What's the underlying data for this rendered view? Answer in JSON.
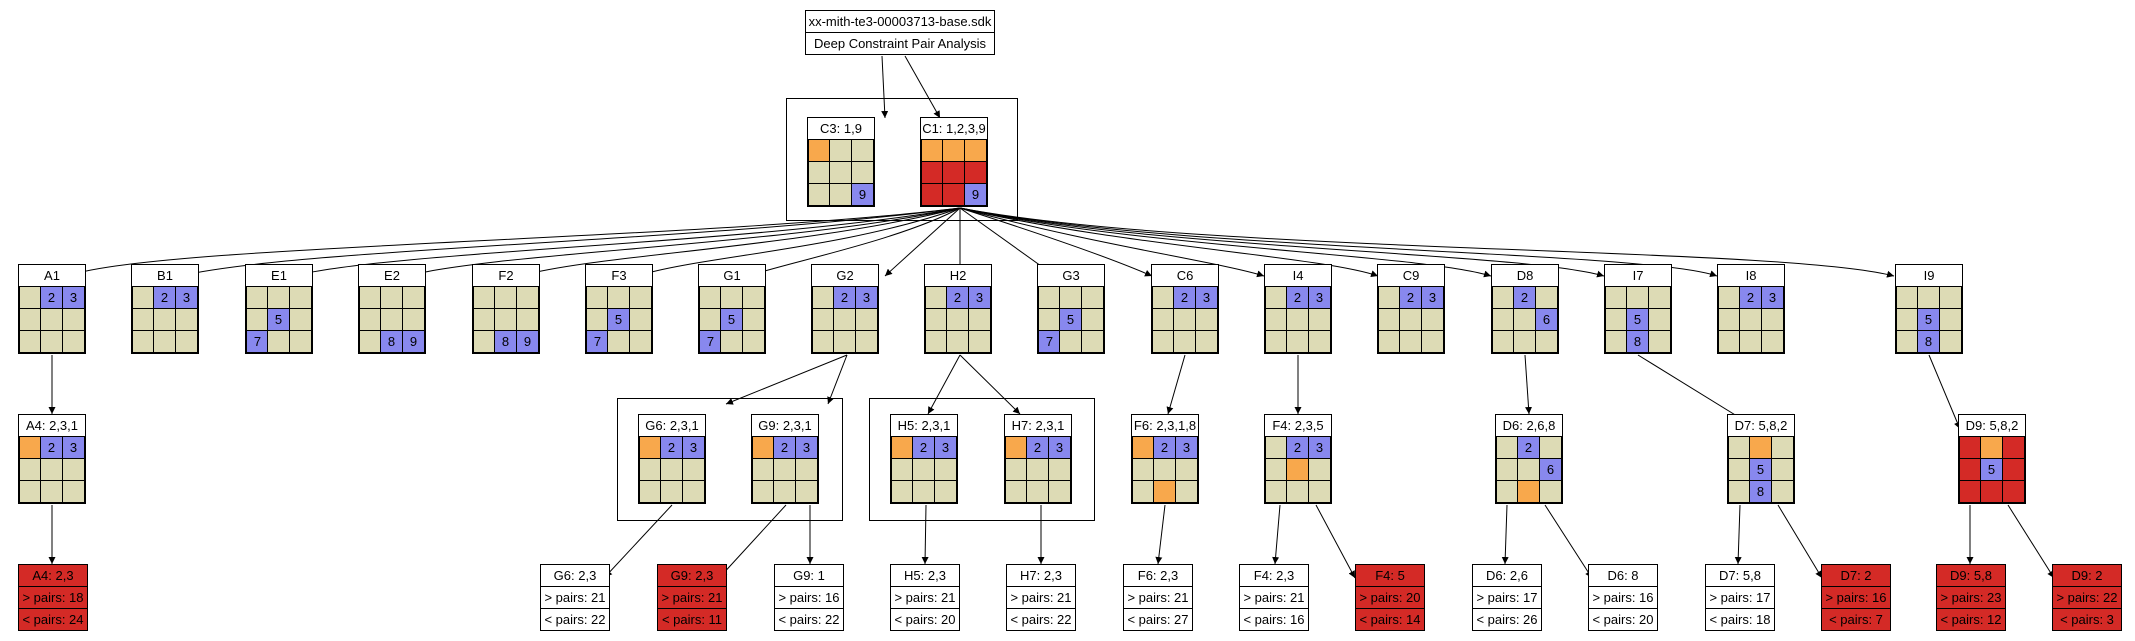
{
  "root": {
    "filename": "xx-mith-te3-00003713-base.sdk",
    "subtitle": "Deep Constraint Pair Analysis"
  },
  "colors": {
    "candidate": "#dddbb5",
    "value": "#8888ee",
    "highlight": "#f8a84c",
    "conflict": "#d42a26"
  },
  "boards": [
    {
      "id": "C3",
      "label": "C3: 1,9",
      "cells": [
        "o",
        "c",
        "c",
        "c",
        "c",
        "c",
        "c",
        "c",
        "b:9"
      ]
    },
    {
      "id": "C1",
      "label": "C1: 1,2,3,9",
      "cells": [
        "o",
        "o",
        "o",
        "r",
        "r",
        "r",
        "r",
        "r",
        "b:9"
      ]
    },
    {
      "id": "A1",
      "label": "A1",
      "cells": [
        "c",
        "b:2",
        "b:3",
        "c",
        "c",
        "c",
        "c",
        "c",
        "c"
      ]
    },
    {
      "id": "B1",
      "label": "B1",
      "cells": [
        "c",
        "b:2",
        "b:3",
        "c",
        "c",
        "c",
        "c",
        "c",
        "c"
      ]
    },
    {
      "id": "E1",
      "label": "E1",
      "cells": [
        "c",
        "c",
        "c",
        "c",
        "b:5",
        "c",
        "b:7",
        "c",
        "c"
      ]
    },
    {
      "id": "E2",
      "label": "E2",
      "cells": [
        "c",
        "c",
        "c",
        "c",
        "c",
        "c",
        "c",
        "b:8",
        "b:9"
      ]
    },
    {
      "id": "F2",
      "label": "F2",
      "cells": [
        "c",
        "c",
        "c",
        "c",
        "c",
        "c",
        "c",
        "b:8",
        "b:9"
      ]
    },
    {
      "id": "F3",
      "label": "F3",
      "cells": [
        "c",
        "c",
        "c",
        "c",
        "b:5",
        "c",
        "b:7",
        "c",
        "c"
      ]
    },
    {
      "id": "G1",
      "label": "G1",
      "cells": [
        "c",
        "c",
        "c",
        "c",
        "b:5",
        "c",
        "b:7",
        "c",
        "c"
      ]
    },
    {
      "id": "G2",
      "label": "G2",
      "cells": [
        "c",
        "b:2",
        "b:3",
        "c",
        "c",
        "c",
        "c",
        "c",
        "c"
      ]
    },
    {
      "id": "H2",
      "label": "H2",
      "cells": [
        "c",
        "b:2",
        "b:3",
        "c",
        "c",
        "c",
        "c",
        "c",
        "c"
      ]
    },
    {
      "id": "G3",
      "label": "G3",
      "cells": [
        "c",
        "c",
        "c",
        "c",
        "b:5",
        "c",
        "b:7",
        "c",
        "c"
      ]
    },
    {
      "id": "C6",
      "label": "C6",
      "cells": [
        "c",
        "b:2",
        "b:3",
        "c",
        "c",
        "c",
        "c",
        "c",
        "c"
      ]
    },
    {
      "id": "I4",
      "label": "I4",
      "cells": [
        "c",
        "b:2",
        "b:3",
        "c",
        "c",
        "c",
        "c",
        "c",
        "c"
      ]
    },
    {
      "id": "C9",
      "label": "C9",
      "cells": [
        "c",
        "b:2",
        "b:3",
        "c",
        "c",
        "c",
        "c",
        "c",
        "c"
      ]
    },
    {
      "id": "D8",
      "label": "D8",
      "cells": [
        "c",
        "b:2",
        "c",
        "c",
        "c",
        "b:6",
        "c",
        "c",
        "c"
      ]
    },
    {
      "id": "I7",
      "label": "I7",
      "cells": [
        "c",
        "c",
        "c",
        "c",
        "b:5",
        "c",
        "c",
        "b:8",
        "c"
      ]
    },
    {
      "id": "I8",
      "label": "I8",
      "cells": [
        "c",
        "b:2",
        "b:3",
        "c",
        "c",
        "c",
        "c",
        "c",
        "c"
      ]
    },
    {
      "id": "I9",
      "label": "I9",
      "cells": [
        "c",
        "c",
        "c",
        "c",
        "b:5",
        "c",
        "c",
        "b:8",
        "c"
      ]
    },
    {
      "id": "A4",
      "label": "A4: 2,3,1",
      "cells": [
        "o",
        "b:2",
        "b:3",
        "c",
        "c",
        "c",
        "c",
        "c",
        "c"
      ]
    },
    {
      "id": "G6",
      "label": "G6: 2,3,1",
      "cells": [
        "o",
        "b:2",
        "b:3",
        "c",
        "c",
        "c",
        "c",
        "c",
        "c"
      ]
    },
    {
      "id": "G9",
      "label": "G9: 2,3,1",
      "cells": [
        "o",
        "b:2",
        "b:3",
        "c",
        "c",
        "c",
        "c",
        "c",
        "c"
      ]
    },
    {
      "id": "H5",
      "label": "H5: 2,3,1",
      "cells": [
        "o",
        "b:2",
        "b:3",
        "c",
        "c",
        "c",
        "c",
        "c",
        "c"
      ]
    },
    {
      "id": "H7",
      "label": "H7: 2,3,1",
      "cells": [
        "o",
        "b:2",
        "b:3",
        "c",
        "c",
        "c",
        "c",
        "c",
        "c"
      ]
    },
    {
      "id": "F6",
      "label": "F6: 2,3,1,8",
      "cells": [
        "o",
        "b:2",
        "b:3",
        "c",
        "c",
        "c",
        "c",
        "o",
        "c"
      ]
    },
    {
      "id": "F4",
      "label": "F4: 2,3,5",
      "cells": [
        "c",
        "b:2",
        "b:3",
        "c",
        "o",
        "c",
        "c",
        "c",
        "c"
      ]
    },
    {
      "id": "D6",
      "label": "D6: 2,6,8",
      "cells": [
        "c",
        "b:2",
        "c",
        "c",
        "c",
        "b:6",
        "c",
        "o",
        "c"
      ]
    },
    {
      "id": "D7",
      "label": "D7: 5,8,2",
      "cells": [
        "c",
        "o",
        "c",
        "c",
        "b:5",
        "c",
        "c",
        "b:8",
        "c"
      ]
    },
    {
      "id": "D9",
      "label": "D9: 5,8,2",
      "cells": [
        "r",
        "o",
        "r",
        "r",
        "b:5",
        "r",
        "r",
        "r",
        "r"
      ]
    }
  ],
  "leaves": [
    {
      "id": "A4L",
      "title": "A4: 2,3",
      "gt": "> pairs: 18",
      "lt": "< pairs: 24",
      "red": true
    },
    {
      "id": "G6L",
      "title": "G6: 2,3",
      "gt": "> pairs: 21",
      "lt": "< pairs: 22",
      "red": false
    },
    {
      "id": "G9L",
      "title": "G9: 2,3",
      "gt": "> pairs: 21",
      "lt": "< pairs: 11",
      "red": true
    },
    {
      "id": "G9L1",
      "title": "G9: 1",
      "gt": "> pairs: 16",
      "lt": "< pairs: 22",
      "red": false
    },
    {
      "id": "H5L",
      "title": "H5: 2,3",
      "gt": "> pairs: 21",
      "lt": "< pairs: 20",
      "red": false
    },
    {
      "id": "H7L",
      "title": "H7: 2,3",
      "gt": "> pairs: 21",
      "lt": "< pairs: 22",
      "red": false
    },
    {
      "id": "F6L",
      "title": "F6: 2,3",
      "gt": "> pairs: 21",
      "lt": "< pairs: 27",
      "red": false
    },
    {
      "id": "F4L",
      "title": "F4: 2,3",
      "gt": "> pairs: 21",
      "lt": "< pairs: 16",
      "red": false
    },
    {
      "id": "F4L5",
      "title": "F4: 5",
      "gt": "> pairs: 20",
      "lt": "< pairs: 14",
      "red": true
    },
    {
      "id": "D6L",
      "title": "D6: 2,6",
      "gt": "> pairs: 17",
      "lt": "< pairs: 26",
      "red": false
    },
    {
      "id": "D6L8",
      "title": "D6: 8",
      "gt": "> pairs: 16",
      "lt": "< pairs: 20",
      "red": false
    },
    {
      "id": "D7L",
      "title": "D7: 5,8",
      "gt": "> pairs: 17",
      "lt": "< pairs: 18",
      "red": false
    },
    {
      "id": "D7L2",
      "title": "D7: 2",
      "gt": "> pairs: 16",
      "lt": "< pairs: 7",
      "red": true
    },
    {
      "id": "D9L",
      "title": "D9: 5,8",
      "gt": "> pairs: 23",
      "lt": "< pairs: 12",
      "red": true
    },
    {
      "id": "D9L2",
      "title": "D9: 2",
      "gt": "> pairs: 22",
      "lt": "< pairs: 3",
      "red": true
    }
  ]
}
